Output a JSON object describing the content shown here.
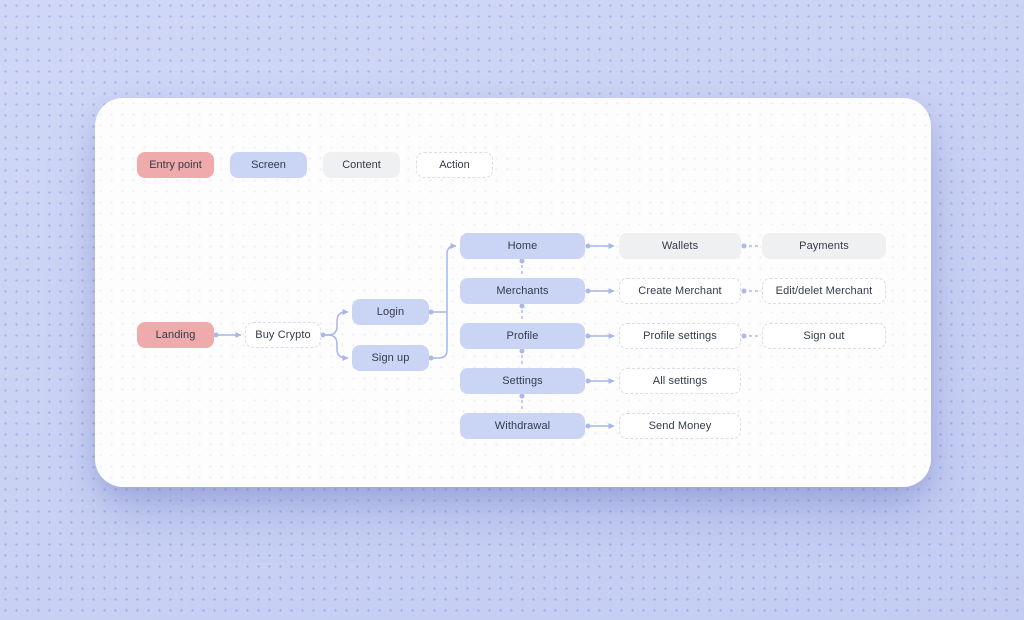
{
  "legend": {
    "items": [
      {
        "label": "Entry point",
        "type": "entry"
      },
      {
        "label": "Screen",
        "type": "screen"
      },
      {
        "label": "Content",
        "type": "content"
      },
      {
        "label": "Action",
        "type": "action"
      }
    ]
  },
  "nodes": {
    "landing": {
      "label": "Landing",
      "type": "entry"
    },
    "buy_crypto": {
      "label": "Buy Crypto",
      "type": "action"
    },
    "login": {
      "label": "Login",
      "type": "screen"
    },
    "sign_up": {
      "label": "Sign up",
      "type": "screen"
    },
    "home": {
      "label": "Home",
      "type": "screen"
    },
    "merchants": {
      "label": "Merchants",
      "type": "screen"
    },
    "profile": {
      "label": "Profile",
      "type": "screen"
    },
    "settings": {
      "label": "Settings",
      "type": "screen"
    },
    "withdrawal": {
      "label": "Withdrawal",
      "type": "screen"
    },
    "wallets": {
      "label": "Wallets",
      "type": "content"
    },
    "payments": {
      "label": "Payments",
      "type": "content"
    },
    "create_merchant": {
      "label": "Create Merchant",
      "type": "action"
    },
    "edit_delete_merchant": {
      "label": "Edit/delet Merchant",
      "type": "action"
    },
    "profile_settings": {
      "label": "Profile settings",
      "type": "action"
    },
    "sign_out": {
      "label": "Sign out",
      "type": "action"
    },
    "all_settings": {
      "label": "All settings",
      "type": "action"
    },
    "send_money": {
      "label": "Send Money",
      "type": "action"
    }
  },
  "edges": [
    {
      "from": "landing",
      "to": "buy_crypto",
      "style": "solid-arrow"
    },
    {
      "from": "buy_crypto",
      "to": "login",
      "style": "solid-arrow"
    },
    {
      "from": "buy_crypto",
      "to": "sign_up",
      "style": "solid-arrow"
    },
    {
      "from": "login",
      "to": "home",
      "style": "solid-arrow"
    },
    {
      "from": "sign_up",
      "to": "home",
      "style": "solid-arrow"
    },
    {
      "from": "home",
      "to": "wallets",
      "style": "solid-arrow"
    },
    {
      "from": "merchants",
      "to": "create_merchant",
      "style": "solid-arrow"
    },
    {
      "from": "profile",
      "to": "profile_settings",
      "style": "solid-arrow"
    },
    {
      "from": "settings",
      "to": "all_settings",
      "style": "solid-arrow"
    },
    {
      "from": "withdrawal",
      "to": "send_money",
      "style": "solid-arrow"
    },
    {
      "from": "wallets",
      "to": "payments",
      "style": "dashed"
    },
    {
      "from": "create_merchant",
      "to": "edit_delete_merchant",
      "style": "dashed"
    },
    {
      "from": "profile_settings",
      "to": "sign_out",
      "style": "dashed"
    },
    {
      "from": "home",
      "to": "merchants",
      "style": "dashed"
    },
    {
      "from": "merchants",
      "to": "profile",
      "style": "dashed"
    },
    {
      "from": "profile",
      "to": "settings",
      "style": "dashed"
    },
    {
      "from": "settings",
      "to": "withdrawal",
      "style": "dashed"
    }
  ],
  "colors": {
    "page_background": "#cdd5f6",
    "card_background": "#fdfdfe",
    "entry_fill": "#efabab",
    "screen_fill": "#cad4f4",
    "content_fill": "#eff0f2",
    "action_border": "#d9dde8",
    "connector": "#a7b5e9",
    "text": "#333b4b"
  }
}
